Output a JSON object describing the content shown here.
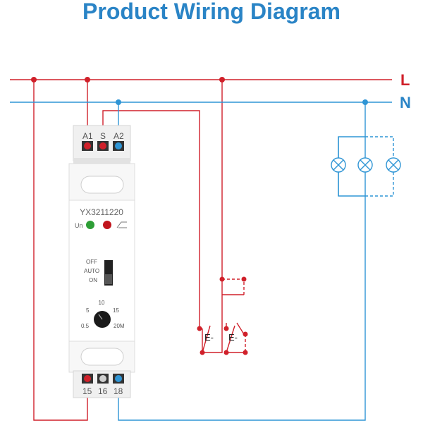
{
  "title": "Product Wiring Diagram",
  "lines": {
    "live": "L",
    "neutral": "N"
  },
  "device": {
    "model": "YX3211220",
    "top_terminals": [
      "A1",
      "S",
      "A2"
    ],
    "bottom_terminals": [
      "15",
      "16",
      "18"
    ],
    "indicator_label": "Un",
    "mode_options": [
      "OFF",
      "AUTO",
      "ON"
    ],
    "mode_selected": "ON",
    "dial_labels": [
      "10",
      "5",
      "15",
      "0.5",
      "20M"
    ]
  },
  "switches": {
    "label_a": "E-",
    "label_b": "E-"
  },
  "lamps": {
    "count": 3
  },
  "colors": {
    "live": "#d0202a",
    "neutral": "#2f95d5",
    "title": "#2a84c6",
    "led_green": "#2e9e36",
    "led_red": "#c1151d"
  },
  "icons": [
    "relay-contact-icon",
    "lamp-icon",
    "rotary-dial-icon",
    "slide-switch-icon"
  ]
}
